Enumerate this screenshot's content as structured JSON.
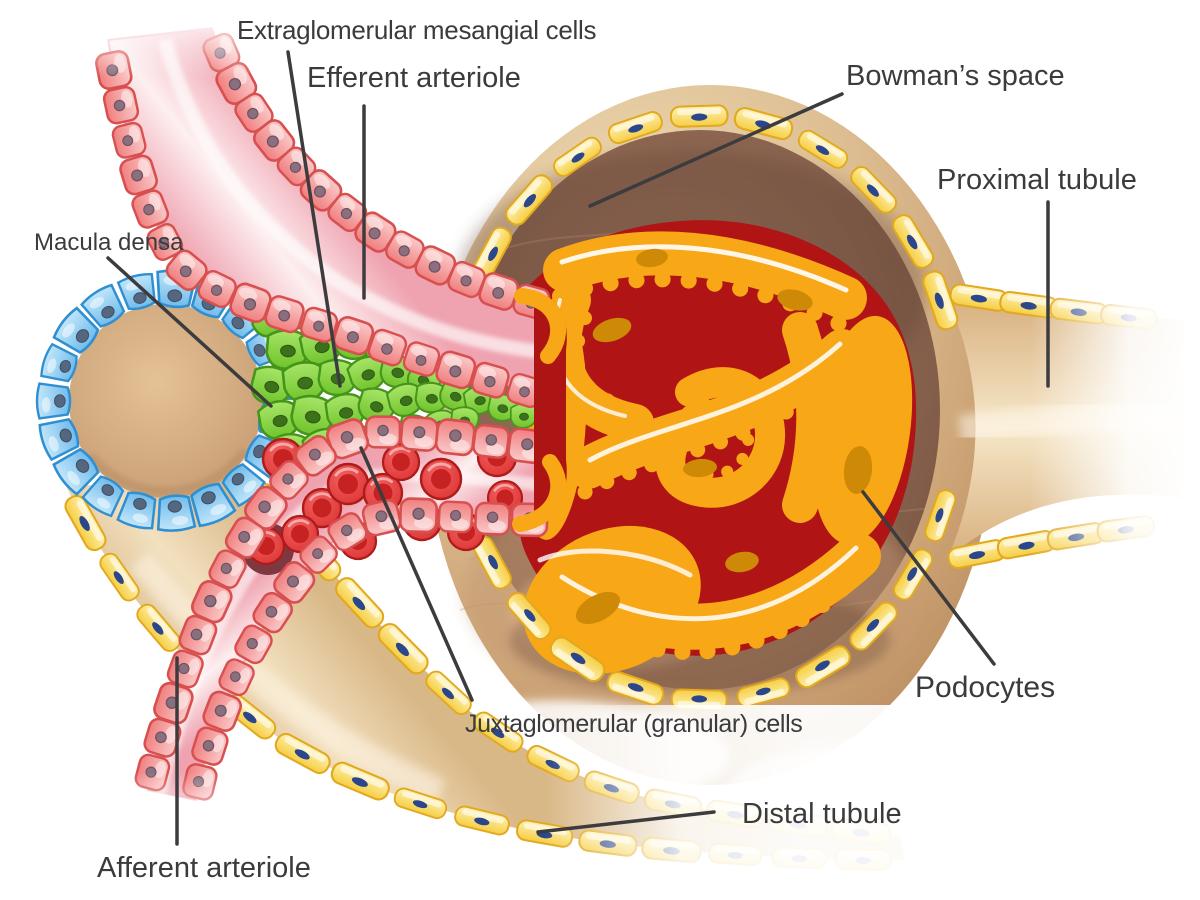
{
  "labels": {
    "extraglomerular": "Extraglomerular mesangial cells",
    "efferent": "Efferent arteriole",
    "bowmans": "Bowman’s space",
    "proximal": "Proximal tubule",
    "macula": "Macula densa",
    "afferent": "Afferent arteriole",
    "juxtaglomerular": "Juxtaglomerular (granular) cells",
    "podocytes": "Podocytes",
    "distal": "Distal tubule"
  },
  "palette": {
    "text": "#3b3b3d",
    "arteriole_lumen_pink": "#F2AFBC",
    "arteriole_cell_red": "#F07F7F",
    "red_blood_cell": "#D92B2B",
    "macula_densa_cell_blue": "#6FBBEC",
    "mesangial_cell_green": "#7BCB37",
    "tubule_cell_yellow": "#F6CE43",
    "tubule_lumen_tan": "#E7CBA0",
    "capsule_tan": "#C79C6E",
    "bowman_space_brown": "#8C6650",
    "podocyte_orange": "#F8A716",
    "capillary_red": "#B01414"
  }
}
